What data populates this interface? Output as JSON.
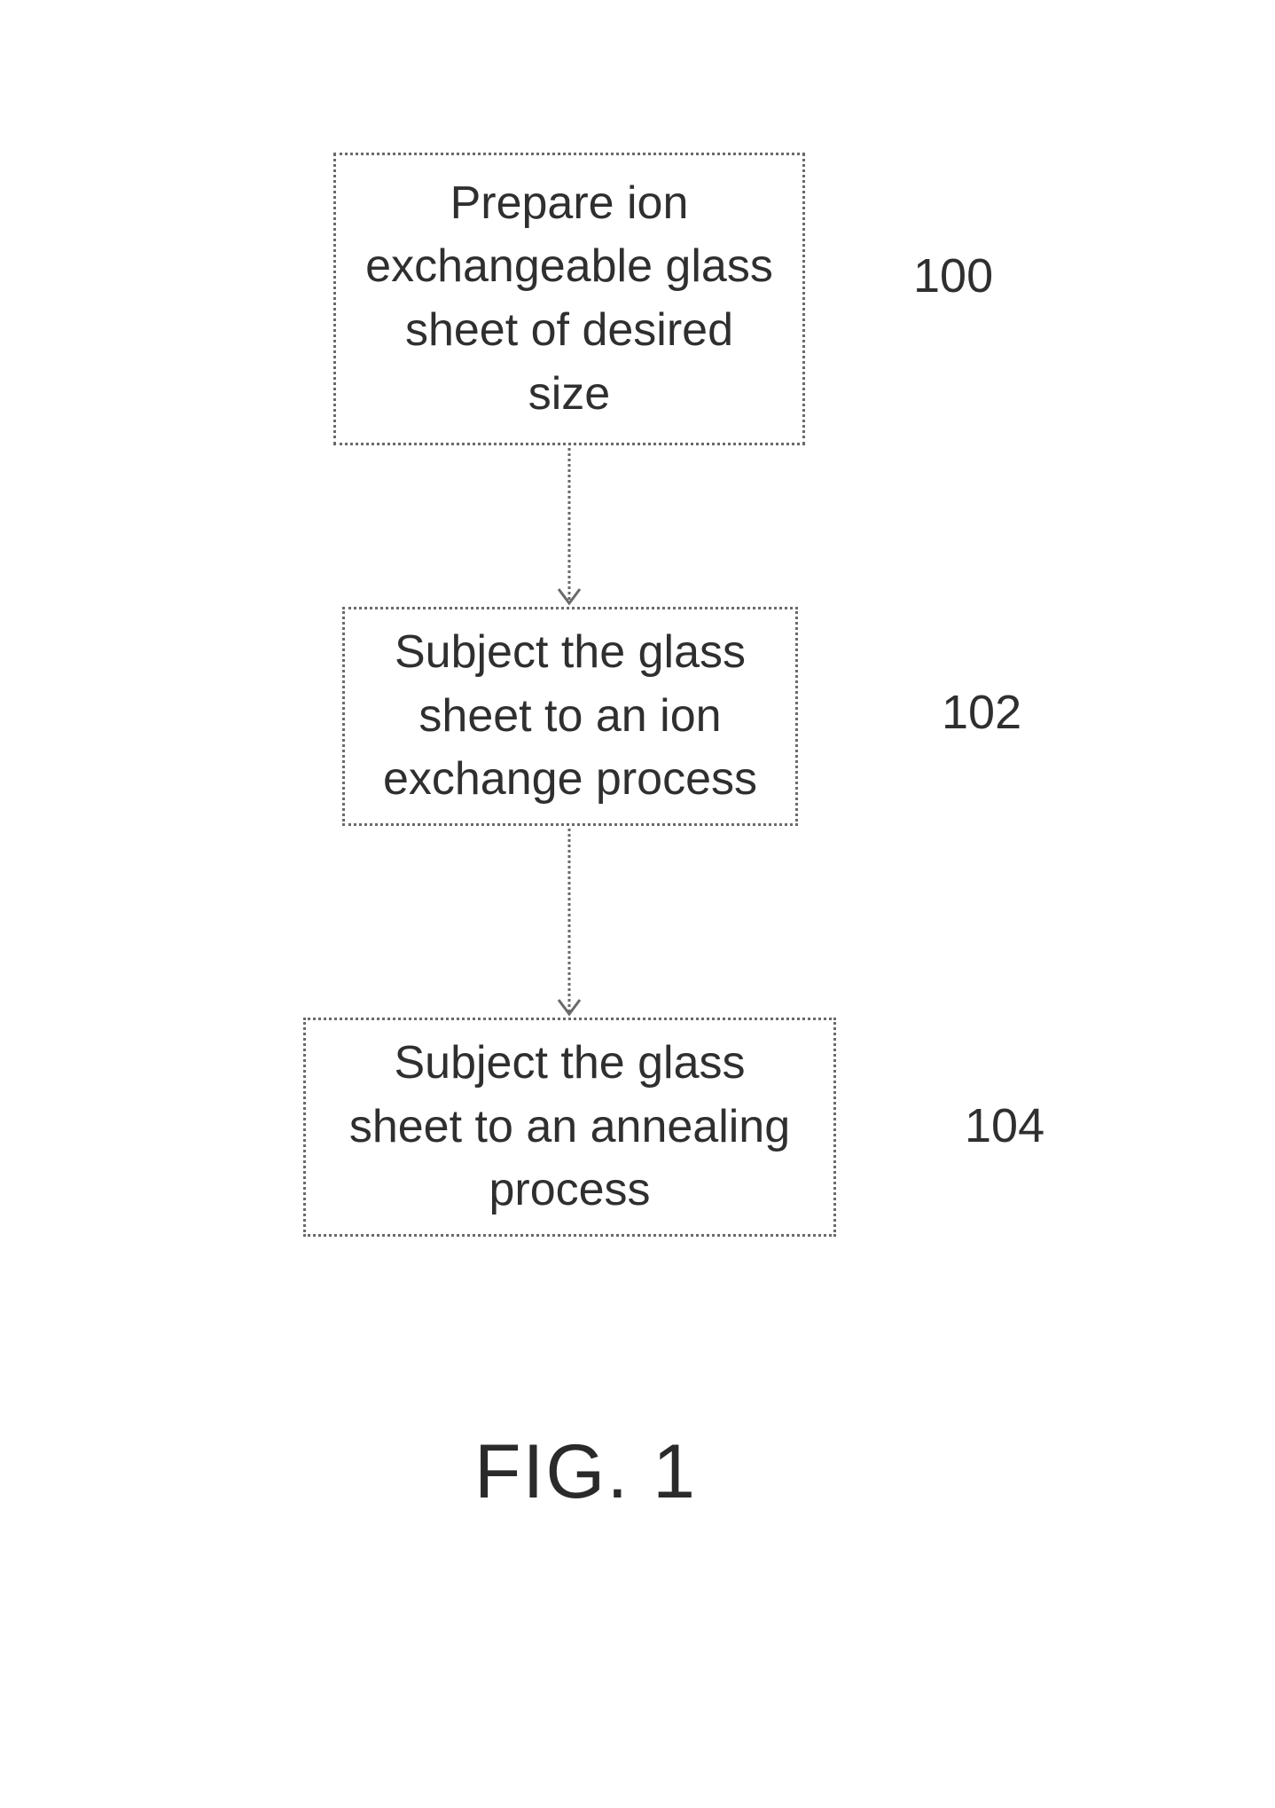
{
  "steps": [
    {
      "ref": "100",
      "text": "Prepare ion\nexchangeable glass\nsheet of desired\nsize"
    },
    {
      "ref": "102",
      "text": "Subject the glass\nsheet to an ion\nexchange process"
    },
    {
      "ref": "104",
      "text": "Subject the glass\nsheet to an annealing\nprocess"
    }
  ],
  "figure_label": "FIG. 1"
}
